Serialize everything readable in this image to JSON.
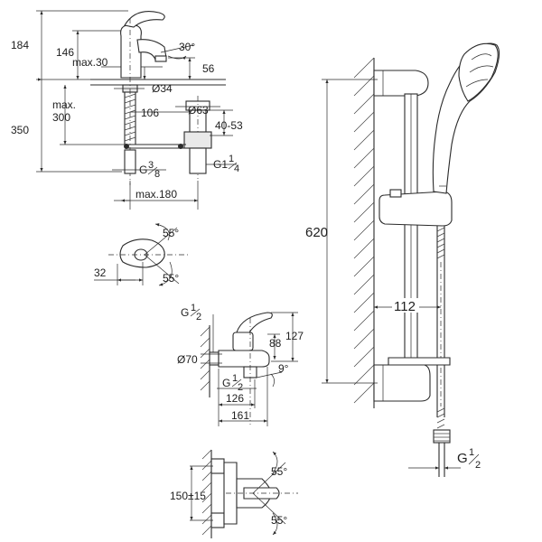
{
  "basin_mixer": {
    "dim_184": "184",
    "dim_146": "146",
    "dim_max30": "max.30",
    "dim_30deg": "30°",
    "dim_56": "56",
    "dim_dia34": "Ø34",
    "dim_dia63": "Ø63",
    "dim_350": "350",
    "dim_max_line1": "max.",
    "dim_max_line2": "300",
    "dim_106": "106",
    "dim_40_53": "40-53",
    "dim_g38_base": "G",
    "dim_g38_num": "3",
    "dim_g38_den": "8",
    "dim_g114_base": "G1",
    "dim_g114_num": "1",
    "dim_g114_den": "4",
    "dim_max180": "max.180"
  },
  "lever_top": {
    "dim_55a": "55°",
    "dim_55b": "55°",
    "dim_32": "32"
  },
  "bath_mixer": {
    "dim_g12_base": "G",
    "dim_g12_num": "1",
    "dim_g12_den": "2",
    "dim_127": "127",
    "dim_88": "88",
    "dim_dia70": "Ø70",
    "dim_9deg": "9°",
    "dim_g12b_base": "G",
    "dim_g12b_num": "1",
    "dim_g12b_den": "2",
    "dim_126": "126",
    "dim_161": "161"
  },
  "bath_lever_top": {
    "dim_150": "150±15",
    "dim_55a": "55°",
    "dim_55b": "55°"
  },
  "shower_set": {
    "dim_620": "620",
    "dim_112": "112",
    "dim_g12_base": "G",
    "dim_g12_num": "1",
    "dim_g12_den": "2"
  }
}
